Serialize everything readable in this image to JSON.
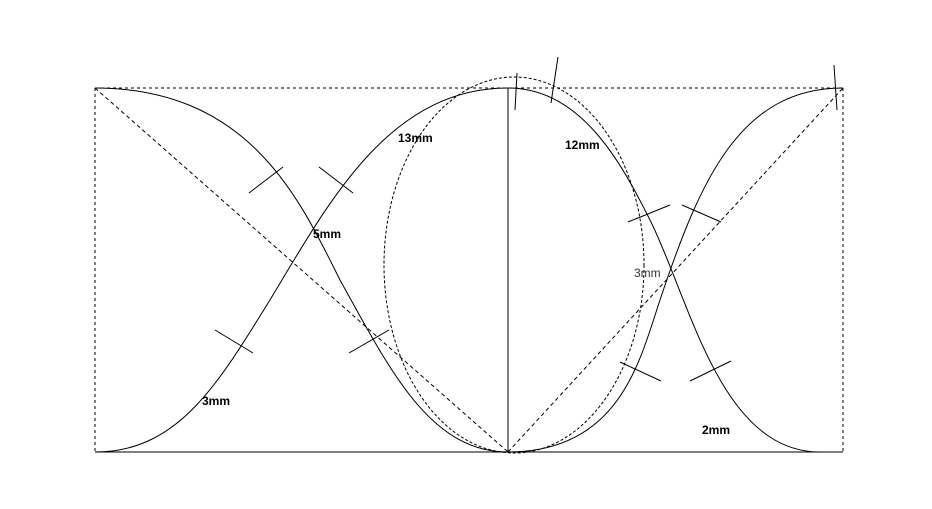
{
  "diagram": {
    "labels": {
      "left_bottom": "3mm",
      "center_left": "5mm",
      "top_left": "13mm",
      "top_right": "12mm",
      "center_right": "3mm",
      "right_bottom": "2mm"
    },
    "colors": {
      "line": "#000000",
      "background": "#ffffff"
    }
  }
}
